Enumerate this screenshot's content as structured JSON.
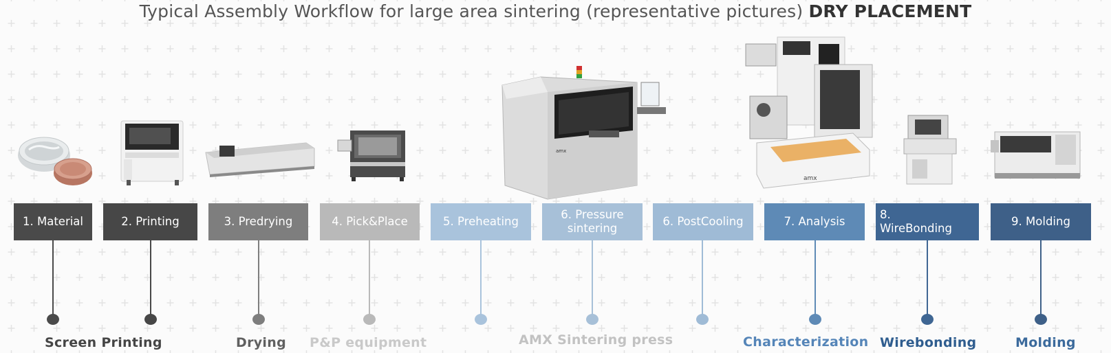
{
  "title": {
    "main": "Typical Assembly Workflow for large area sintering (representative pictures)",
    "bold": "DRY PLACEMENT"
  },
  "steps": [
    {
      "label": "1. Material",
      "color": "#4a4a4a"
    },
    {
      "label": "2. Printing",
      "color": "#474747"
    },
    {
      "label": "3. Predrying",
      "color": "#7e7e7e"
    },
    {
      "label": "4. Pick&Place",
      "color": "#b9b9b9"
    },
    {
      "label": "5. Preheating",
      "color": "#a9c3dc"
    },
    {
      "label": "6. Pressure sintering",
      "color": "#a7c0d8"
    },
    {
      "label": "6. PostCooling",
      "color": "#9fbbd6"
    },
    {
      "label": "7. Analysis",
      "color": "#5e8ab6"
    },
    {
      "label": "8. WireBonding",
      "color": "#3f6693"
    },
    {
      "label": "9. Molding",
      "color": "#3e6088"
    }
  ],
  "categories": [
    {
      "label": "Screen Printing",
      "color": "#454545"
    },
    {
      "label": "Drying",
      "color": "#606060"
    },
    {
      "label": "P&P equipment",
      "color": "#c9c9c9"
    },
    {
      "label": "AMX Sintering press",
      "color": "#c2c2c2"
    },
    {
      "label": "Characterization",
      "color": "#5585b8"
    },
    {
      "label": "Wirebonding",
      "color": "#2f5d8f"
    },
    {
      "label": "Molding",
      "color": "#3b6a9c"
    }
  ],
  "machine_brand": "amx"
}
